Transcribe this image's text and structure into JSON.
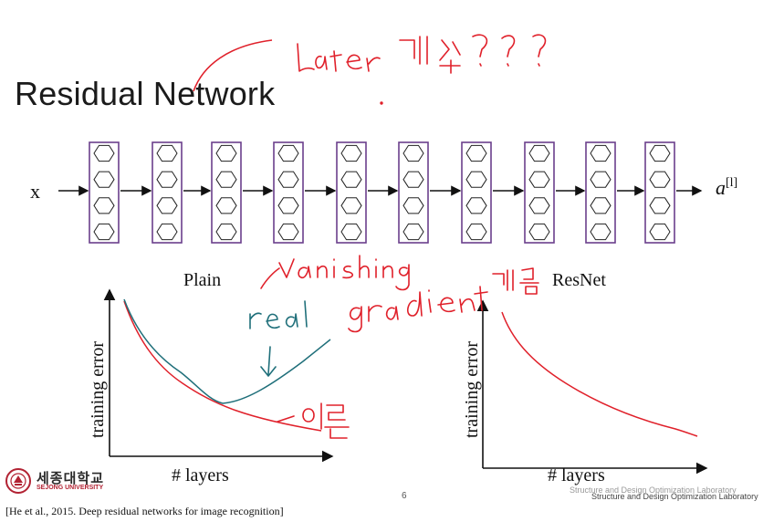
{
  "slide": {
    "title": "Residual Network",
    "input_label": "x",
    "output_label": "a",
    "output_superscript": "[l]",
    "block_count": 10,
    "units_per_block": 4,
    "page_number": "6",
    "lab_name": "Structure and Design Optimization Laboratory",
    "citation": "[He et al., 2015. Deep residual networks for image recognition]",
    "logo": {
      "korean": "세종대학교",
      "english": "SEJONG UNIVERSITY"
    }
  },
  "plots": {
    "plain": {
      "title": "Plain",
      "xlabel": "# layers",
      "ylabel": "training error"
    },
    "resnet": {
      "title": "ResNet",
      "xlabel": "# layers",
      "ylabel": "training error"
    }
  },
  "colors": {
    "block_border": "#6b3f8c",
    "arrow": "#111111",
    "annotation_red": "#e0202a",
    "annotation_teal": "#1f6f7a"
  }
}
